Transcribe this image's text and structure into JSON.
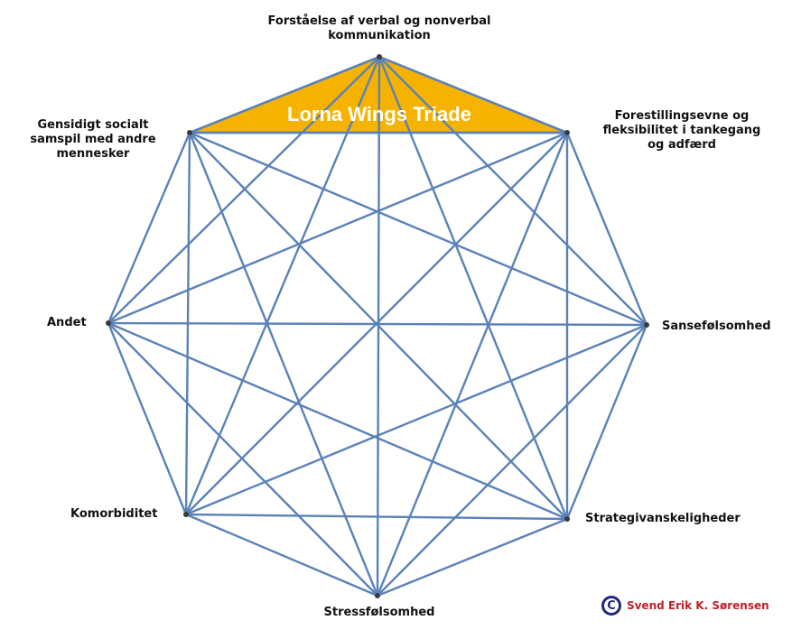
{
  "triad_label": "Lorna Wings Triade",
  "nodes": [
    {
      "id": "top",
      "lines": [
        "Forståelse af verbal og nonverbal",
        "kommunikation"
      ]
    },
    {
      "id": "top-right",
      "lines": [
        "Forestillingsevne  og",
        "fleksibilitet  i  tankegang",
        "og  adfærd"
      ]
    },
    {
      "id": "right",
      "lines": [
        "Sansefølsomhed"
      ]
    },
    {
      "id": "bottom-right",
      "lines": [
        "Strategivanskeligheder"
      ]
    },
    {
      "id": "bottom",
      "lines": [
        "Stressfølsomhed"
      ]
    },
    {
      "id": "bottom-left",
      "lines": [
        "Komorbiditet"
      ]
    },
    {
      "id": "left",
      "lines": [
        "Andet"
      ]
    },
    {
      "id": "top-left",
      "lines": [
        "Gensidigt  socialt",
        "samspil  med  andre",
        "mennesker"
      ]
    }
  ],
  "copyright": {
    "symbol": "C",
    "text": "Svend Erik K. Sørensen"
  },
  "colors": {
    "edge": "#5b82b8",
    "triad_fill": "#f5b300",
    "triad_text": "#ffffff",
    "copyright_text": "#c0202b",
    "copyright_symbol": "#1f2a7a"
  }
}
